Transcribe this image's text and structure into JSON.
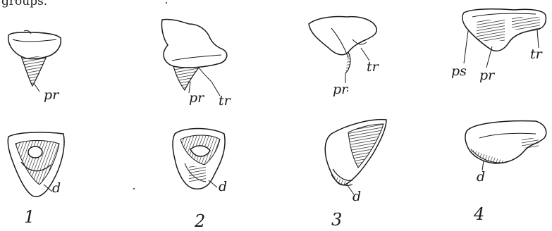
{
  "caption_fragment": "groups.",
  "figures": [
    {
      "number": "1",
      "top_labels": [
        "pr"
      ],
      "bottom_labels": [
        "d"
      ]
    },
    {
      "number": "2",
      "top_labels": [
        "pr",
        "tr"
      ],
      "bottom_labels": [
        "d"
      ]
    },
    {
      "number": "3",
      "top_labels": [
        "pr",
        "tr"
      ],
      "bottom_labels": [
        "d"
      ]
    },
    {
      "number": "4",
      "top_labels": [
        "ps",
        "pr",
        "tr"
      ],
      "bottom_labels": [
        "d"
      ]
    }
  ],
  "colors": {
    "ink": "#1a1a1a",
    "paper": "#ffffff"
  }
}
